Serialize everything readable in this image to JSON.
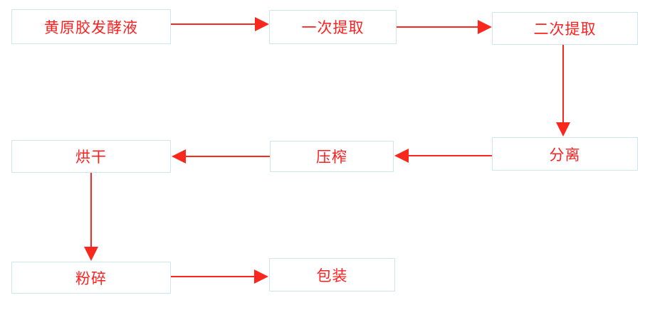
{
  "diagram": {
    "type": "flowchart",
    "description": "Xanthan gum production process flow",
    "nodes": [
      {
        "label": "黄原胶发酵液"
      },
      {
        "label": "一次提取"
      },
      {
        "label": "二次提取"
      },
      {
        "label": "分离"
      },
      {
        "label": "压榨"
      },
      {
        "label": "烘干"
      },
      {
        "label": "粉碎"
      },
      {
        "label": "包装"
      }
    ],
    "edges": [
      {
        "from": "黄原胶发酵液",
        "to": "一次提取",
        "direction": "right"
      },
      {
        "from": "一次提取",
        "to": "二次提取",
        "direction": "right"
      },
      {
        "from": "二次提取",
        "to": "分离",
        "direction": "down"
      },
      {
        "from": "分离",
        "to": "压榨",
        "direction": "left"
      },
      {
        "from": "压榨",
        "to": "烘干",
        "direction": "left"
      },
      {
        "from": "烘干",
        "to": "粉碎",
        "direction": "down"
      },
      {
        "from": "粉碎",
        "to": "包装",
        "direction": "right"
      }
    ],
    "colors": {
      "text": "#ff1f1f",
      "arrow": "#f8281e",
      "box_border": "#cfe6ec",
      "box_fill": "#ffffff",
      "background": "#ffffff"
    }
  }
}
